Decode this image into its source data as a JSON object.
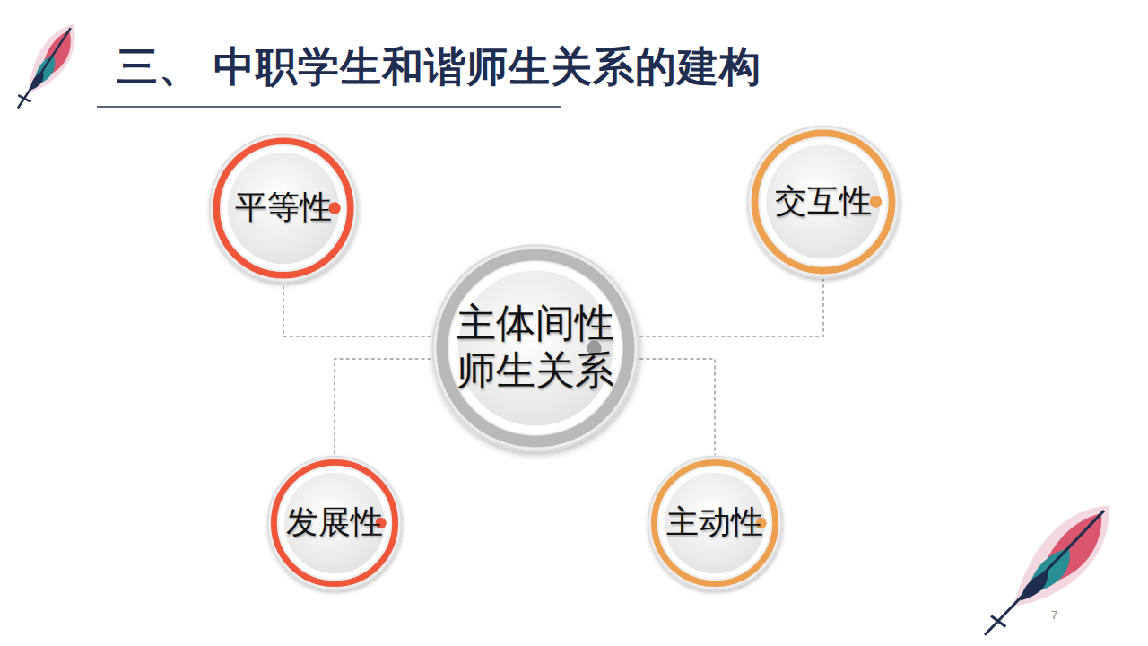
{
  "diagram": {
    "title": "三、 中职学生和谐师生关系的建构",
    "nodes": [
      {
        "text": [
          "平等性"
        ]
      },
      {
        "text": [
          "交互性"
        ]
      },
      {
        "text": [
          "主体间性 师生关系"
        ]
      },
      {
        "text": [
          "发展性"
        ]
      },
      {
        "text": [
          "主动性"
        ]
      }
    ],
    "edges": [
      {
        "from": 2,
        "to": 0,
        "arrow": "none"
      },
      {
        "from": 2,
        "to": 1,
        "arrow": "none"
      },
      {
        "from": 2,
        "to": 3,
        "arrow": "none"
      },
      {
        "from": 2,
        "to": 4,
        "arrow": "none"
      }
    ],
    "labels": [
      "7"
    ]
  }
}
